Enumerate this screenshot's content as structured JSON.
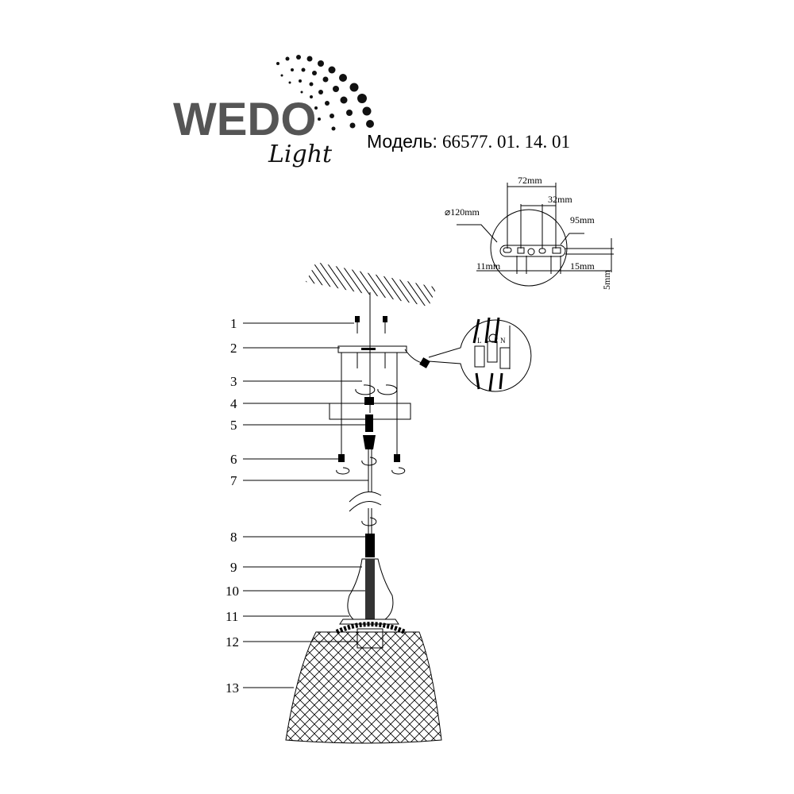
{
  "brand": {
    "logo_text": "WEDO",
    "logo_script": "Light"
  },
  "model": {
    "label": "Модель:",
    "number": "66577. 01. 14. 01"
  },
  "mounting_dimensions": {
    "diameter": "⌀120mm",
    "hole_spacing_outer": "72mm",
    "hole_spacing_inner": "32mm",
    "bracket_length": "95mm",
    "left_offset": "11mm",
    "right_offset": "15mm",
    "thickness": "5mm"
  },
  "wiring": {
    "live": "L",
    "neutral": "N"
  },
  "part_numbers": [
    "1",
    "2",
    "3",
    "4",
    "5",
    "6",
    "7",
    "8",
    "9",
    "10",
    "11",
    "12",
    "13"
  ]
}
